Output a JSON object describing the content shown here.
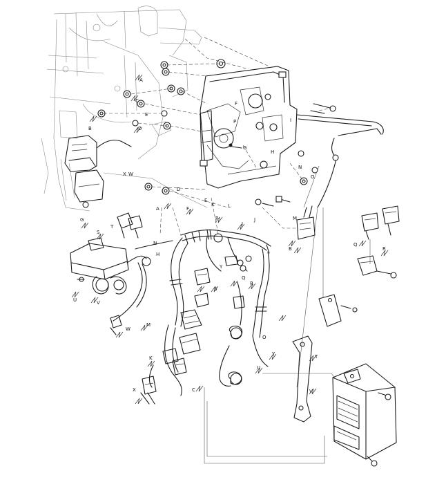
{
  "callouts": [
    {
      "id": "A",
      "text": "A"
    },
    {
      "id": "A2",
      "text": "A"
    },
    {
      "id": "B",
      "text": "B"
    },
    {
      "id": "B2",
      "text": "B"
    },
    {
      "id": "C",
      "text": "C"
    },
    {
      "id": "C2",
      "text": "C"
    },
    {
      "id": "D",
      "text": "D"
    },
    {
      "id": "D2",
      "text": "D"
    },
    {
      "id": "E",
      "text": "E"
    },
    {
      "id": "E2",
      "text": "E"
    },
    {
      "id": "F",
      "text": "F"
    },
    {
      "id": "F2",
      "text": "F"
    },
    {
      "id": "G",
      "text": "G"
    },
    {
      "id": "G2",
      "text": "G"
    },
    {
      "id": "H",
      "text": "H"
    },
    {
      "id": "H2",
      "text": "H"
    },
    {
      "id": "I",
      "text": "I"
    },
    {
      "id": "I2",
      "text": "I"
    },
    {
      "id": "J",
      "text": "J"
    },
    {
      "id": "K",
      "text": "K"
    },
    {
      "id": "K2",
      "text": "K"
    },
    {
      "id": "L",
      "text": "L"
    },
    {
      "id": "M",
      "text": "M"
    },
    {
      "id": "M2",
      "text": "M"
    },
    {
      "id": "N",
      "text": "N"
    },
    {
      "id": "N2",
      "text": "N"
    },
    {
      "id": "O",
      "text": "O"
    },
    {
      "id": "O2",
      "text": "O"
    },
    {
      "id": "P",
      "text": "P"
    },
    {
      "id": "P2",
      "text": "P"
    },
    {
      "id": "Q",
      "text": "Q"
    },
    {
      "id": "Q2",
      "text": "Q"
    },
    {
      "id": "R",
      "text": "R"
    },
    {
      "id": "R2",
      "text": "R"
    },
    {
      "id": "S",
      "text": "S"
    },
    {
      "id": "S2",
      "text": "S"
    },
    {
      "id": "T",
      "text": "T"
    },
    {
      "id": "T2",
      "text": "T"
    },
    {
      "id": "U",
      "text": "U"
    },
    {
      "id": "U2",
      "text": "U"
    },
    {
      "id": "V",
      "text": "V"
    },
    {
      "id": "V2",
      "text": "V"
    },
    {
      "id": "W",
      "text": "W"
    },
    {
      "id": "W2",
      "text": "W"
    },
    {
      "id": "X",
      "text": "X"
    },
    {
      "id": "X2",
      "text": "X"
    },
    {
      "id": "Y",
      "text": "Y"
    },
    {
      "id": "Y2",
      "text": "Y"
    }
  ]
}
